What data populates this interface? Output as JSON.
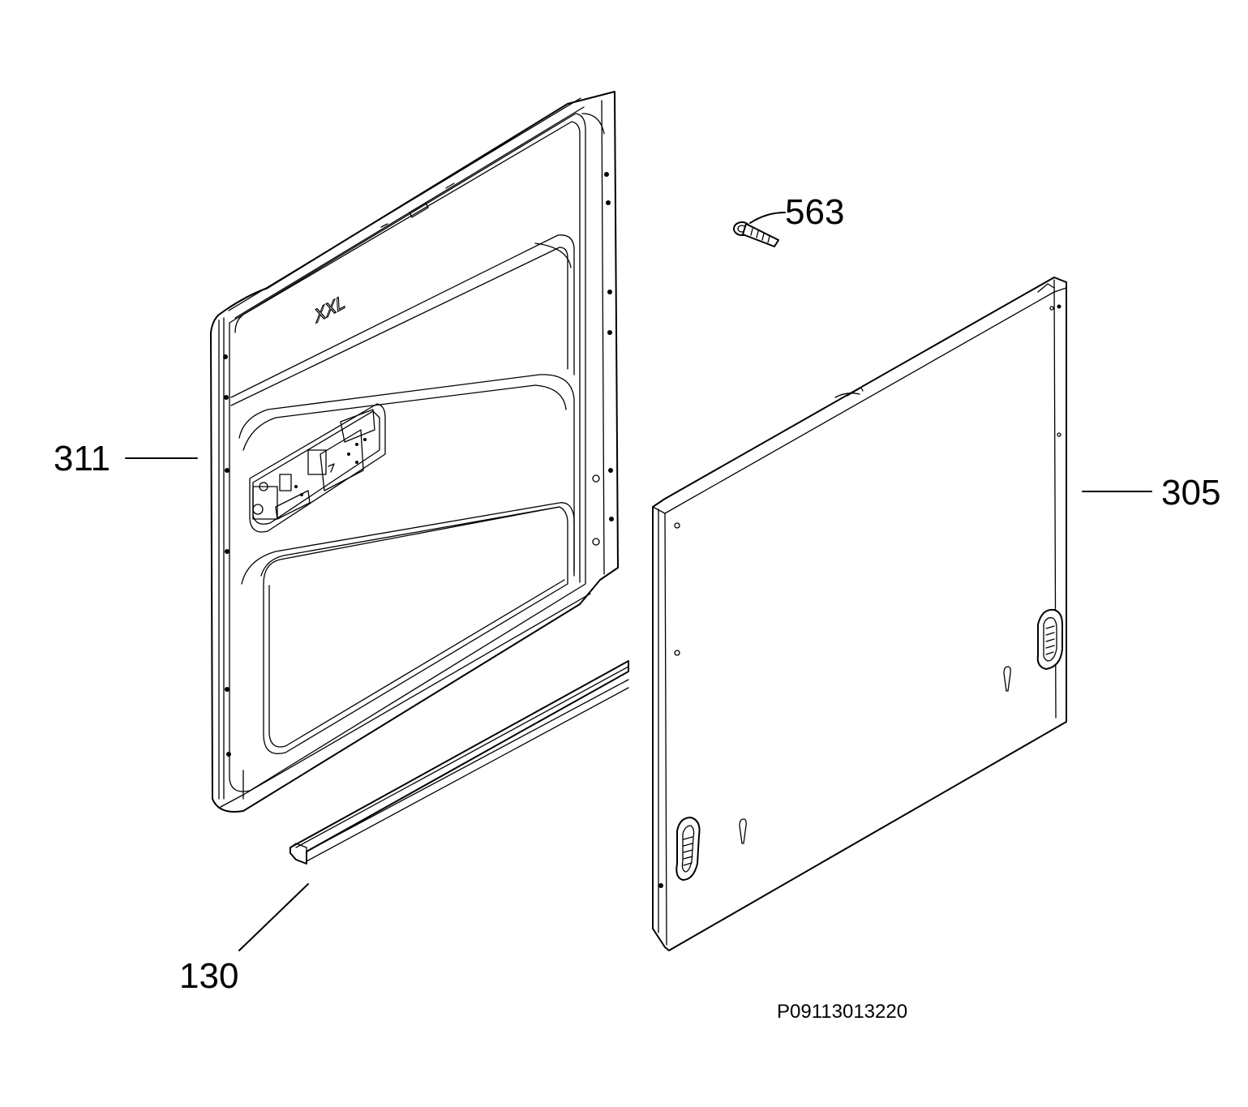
{
  "callouts": {
    "part_311": "311",
    "part_563": "563",
    "part_305": "305",
    "part_130": "130"
  },
  "drawing_code": "P09113013220",
  "embossed_mark": "XXL"
}
